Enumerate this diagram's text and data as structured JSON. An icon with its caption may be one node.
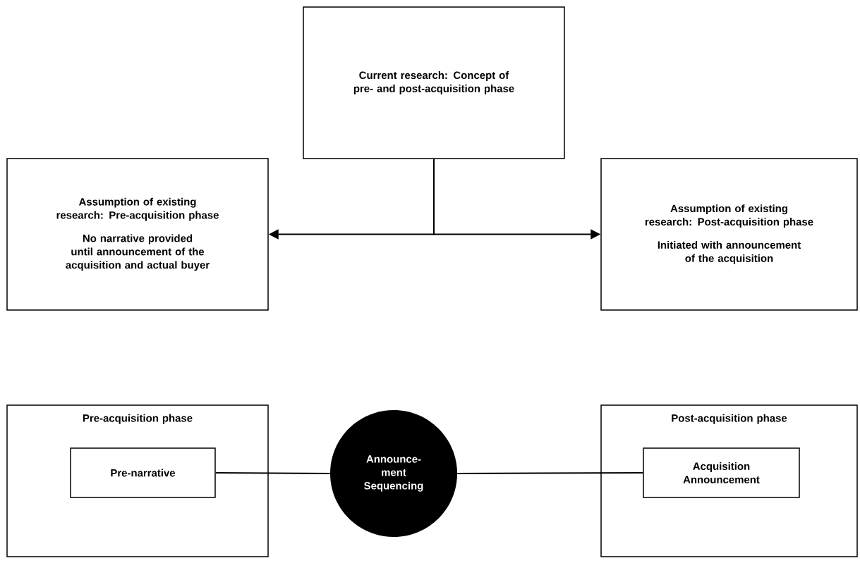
{
  "diagram": {
    "nodes": [
      {
        "text": [
          "Current research: Concept of pre- and post-acquisition phase"
        ]
      },
      {
        "text": [
          "Assumption of existing research: Pre-acquisition phase",
          "No narrative provided until announcement of the acquisition and actual buyer"
        ]
      },
      {
        "text": [
          "Assumption of existing research: Post-acquisition phase",
          "Initiated with announcement of the acquisition"
        ]
      },
      {
        "text": [
          "Pre-acquisition phase"
        ]
      },
      {
        "text": [
          "Pre-narrative"
        ],
        "in": 3
      },
      {
        "text": [
          "Announce-ment Sequencing"
        ]
      },
      {
        "text": [
          "Post-acquisition phase"
        ]
      },
      {
        "text": [
          "Acquisition Announcement"
        ],
        "in": 6
      }
    ],
    "edges": [
      {
        "from": 0,
        "to": 1,
        "arrow": "to"
      },
      {
        "from": 0,
        "to": 2,
        "arrow": "to"
      },
      {
        "from": 4,
        "to": 5,
        "arrow": "none"
      },
      {
        "from": 5,
        "to": 7,
        "arrow": "none"
      }
    ]
  }
}
